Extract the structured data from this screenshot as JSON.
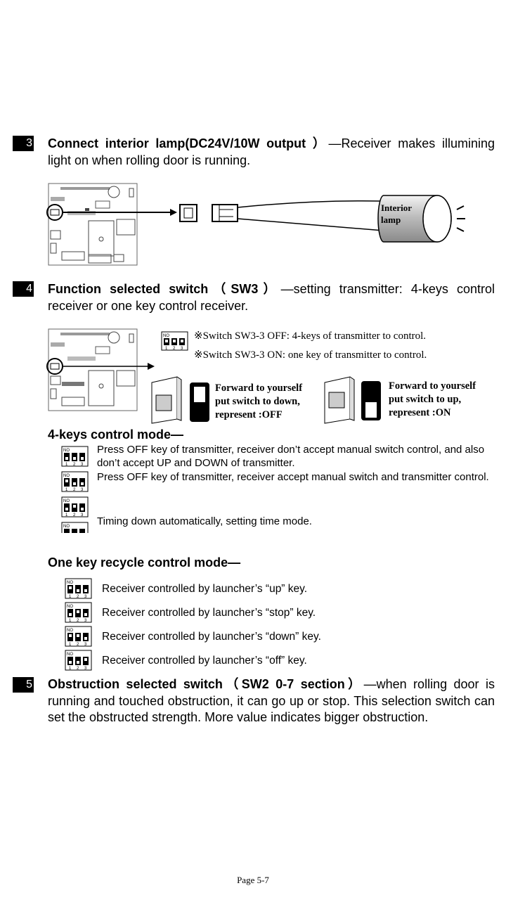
{
  "section3": {
    "num": "3",
    "title": "Connect interior lamp(DC24V/10W output ）",
    "desc": "—Receiver makes illumining light on when rolling door is running.",
    "lamp_label_1": "Interior",
    "lamp_label_2": "lamp"
  },
  "section4": {
    "num": "4",
    "title": "Function selected switch（SW3）",
    "desc": "—setting transmitter: 4-keys control receiver or one key control receiver.",
    "note_off": "※Switch SW3-3 OFF: 4-keys of transmitter to control.",
    "note_on": "※Switch SW3-3 ON: one key of transmitter to control.",
    "fwd_off_1": "Forward to yourself",
    "fwd_off_2": "put switch to down,",
    "fwd_off_3": "represent :OFF",
    "fwd_on_1": "Forward to yourself",
    "fwd_on_2": "put switch to up,",
    "fwd_on_3": "represent :ON"
  },
  "four_keys": {
    "heading": "4-keys control mode—",
    "items": [
      "Press OFF key of transmitter, receiver don’t accept manual switch control, and also don’t accept UP and DOWN of transmitter.",
      "Press OFF key of transmitter, receiver accept manual switch and transmitter control.",
      "Timing down automatically, setting time mode."
    ]
  },
  "one_key": {
    "heading": "One key recycle control mode—",
    "items": [
      "Receiver controlled by launcher’s “up” key.",
      "Receiver controlled by launcher’s “stop” key.",
      "Receiver controlled by launcher’s “down” key.",
      "Receiver controlled by launcher’s “off” key."
    ]
  },
  "section5": {
    "num": "5",
    "title": "Obstruction selected switch（SW2 0-7 section）",
    "desc": "—when rolling door is running and touched obstruction, it can go up or stop. This selection switch can set the obstructed strength. More value indicates bigger obstruction."
  },
  "footer": {
    "page": "Page 5-7"
  },
  "dip_label": {
    "no": "NO",
    "n1": "1",
    "n2": "2",
    "n3": "3"
  }
}
